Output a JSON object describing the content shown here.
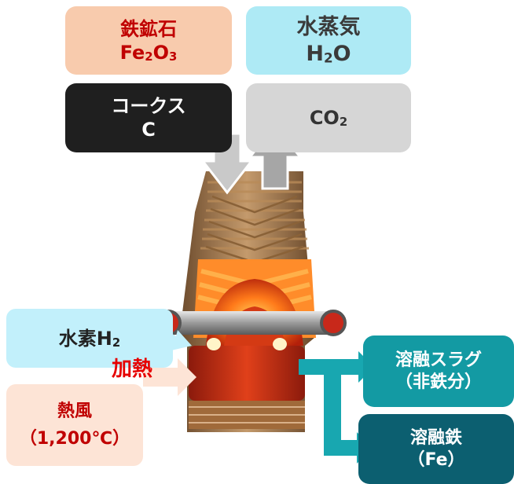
{
  "ore": {
    "name": "鉄鉱石",
    "formula": "Fe",
    "f2": "2",
    "f3": "O",
    "f4": "3"
  },
  "vapor": {
    "name": "水蒸気",
    "f1": "H",
    "f2": "2",
    "f3": "O"
  },
  "coke": {
    "name": "コークス",
    "formula": "C"
  },
  "co2": {
    "f1": "CO",
    "f2": "2"
  },
  "hydrogen": {
    "f1": "水素H",
    "f2": "2"
  },
  "heat": {
    "label": "加熱"
  },
  "hot_air": {
    "name": "熱風",
    "temp": "（1,200℃）"
  },
  "slag": {
    "name": "溶融スラグ",
    "sub": "（非鉄分）"
  },
  "iron": {
    "name": "溶融鉄",
    "sub": "（Fe）"
  },
  "colors": {
    "ore_bg": "#f8cbad",
    "vapor_bg": "#aeeaf5",
    "coke_bg": "#1f1f1f",
    "co2_bg": "#d6d6d6",
    "hydrogen_bg": "#c2f0fb",
    "hot_air_bg": "#fde4d6",
    "slag_bg": "#139aa3",
    "iron_bg": "#0c5f70",
    "heat_text": "#e60000"
  }
}
